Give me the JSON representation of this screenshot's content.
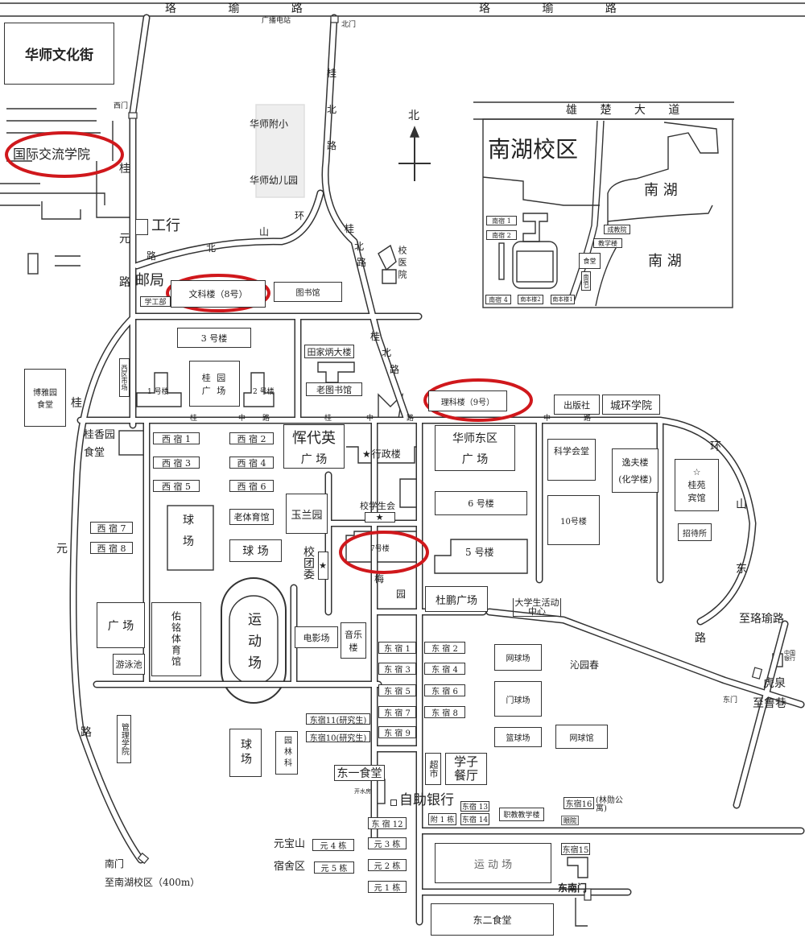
{
  "roads": {
    "luoyu_w": "珞 瑜 路",
    "luoyu_e": "珞 瑜 路",
    "guiyuan_1": "桂",
    "guiyuan_2": "元",
    "guiyuan_3": "路",
    "gui_outer_1": "桂",
    "gui_outer_2": "元",
    "gui_outer_3": "路",
    "guibei_1": "桂",
    "guibei_2": "北",
    "guibei_3": "路",
    "guibei2_1": "桂",
    "guibei2_2": "北",
    "guibei2_3": "路",
    "guibei3_1": "桂",
    "guibei3_2": "北",
    "guibei3_3": "路",
    "huanshanbei_1": "环",
    "huanshanbei_2": "山",
    "huanshanbei_3": "北",
    "huanshanbei_4": "路",
    "guizhong_1": "桂",
    "guizhong_2": "中",
    "guizhong_3": "路",
    "guizhong_4": "桂",
    "guizhong_5": "中",
    "guizhong_6": "路",
    "guizhong_7": "中",
    "guizhong_8": "路",
    "huanshandong_1": "环",
    "huanshandong_2": "山",
    "huanshandong_3": "东",
    "huanshandong_4": "路",
    "to_luoyu": "至珞瑜路",
    "to_luxiang": "至鲁巷",
    "to_nanhu": "至南湖校区（400m）"
  },
  "gates": {
    "north": "北门",
    "west": "西门",
    "south": "南门",
    "east": "东门",
    "southeast": "东南门"
  },
  "compass": "北",
  "places": {
    "culture_street": "华师文化街",
    "intl_college": "国际交流学院",
    "broadcast": "广播电站",
    "icbc": "工行",
    "affiliated_primary": "华师附小",
    "kindergarten": "华师幼儿园",
    "hospital": "校医院",
    "post_office": "邮局",
    "student_affairs": "学工部",
    "wenke": "文科楼（8号）",
    "library": "图书馆",
    "b3": "3 号楼",
    "guiyuan_square": "桂 园 广 场",
    "b1": "1 号楼",
    "b2": "2 号楼",
    "tianjiabing": "田家炳大楼",
    "old_library": "老图书馆",
    "west_market": "西区市场",
    "boya_canteen": "博雅园食堂",
    "like": "理科楼（9号）",
    "press": "出版社",
    "chenghuan": "城环学院",
    "guixiang_canteen": "桂香园食堂",
    "xs1": "西 宿 1",
    "xs2": "西 宿 2",
    "xs3": "西 宿 3",
    "xs4": "西 宿 4",
    "xs5": "西 宿 5",
    "xs6": "西 宿 6",
    "xs7": "西 宿 7",
    "xs8": "西 宿 8",
    "court1": "球 场",
    "old_gym": "老体育馆",
    "court2": "球 场",
    "yundaiying": "恽代英",
    "yundaiying_2": "广 场",
    "admin": "行政楼",
    "east_square": "华师东区",
    "east_square_2": "广 场",
    "science_hall": "科学会堂",
    "yifu": "逸夫楼",
    "yifu_2": "(化学楼)",
    "guiyuan_hotel": "桂苑宾馆",
    "guesthouse": "招待所",
    "yulan": "玉兰园",
    "student_union": "校学生会",
    "b6": "6 号楼",
    "b10": "10号楼",
    "b7": "7号楼",
    "youth_league": "校团委",
    "meiyuan_1": "梅",
    "meiyuan_2": "园",
    "b5": "5 号楼",
    "dupeng": "杜鹏广场",
    "activity_center": "大学生活动中心",
    "youming_gym": "佑铭体育馆",
    "plaza": "广 场",
    "stadium": "运动场",
    "cinema": "电影场",
    "music": "音乐楼",
    "pool": "游泳池",
    "ds1": "东 宿 1",
    "ds2": "东 宿 2",
    "ds3": "东 宿 3",
    "ds4": "东 宿 4",
    "ds5": "东 宿 5",
    "ds6": "东 宿 6",
    "ds7": "东 宿 7",
    "ds8": "东 宿 8",
    "ds9": "东 宿 9",
    "tennis": "网球场",
    "qinyuanchun": "沁园春",
    "gateball": "门球场",
    "basketball": "篮球场",
    "tennis_hall": "网球馆",
    "management": "管理学院",
    "court3": "球场",
    "garden": "园林科",
    "ds11": "东宿11(研究生)",
    "ds10": "东宿10(研究生)",
    "east_canteen1": "东一食堂",
    "boiler": "开水房",
    "supermarket": "超市",
    "xuezi": "学子餐厅",
    "atm": "自助银行",
    "ds12": "东 宿 12",
    "fu1": "附 1 栋",
    "ds13": "东宿 13",
    "ds14": "东宿 14",
    "vocational": "职教教学楼",
    "ds16": "东宿16",
    "linxun": "(林勋公寓)",
    "eye": "眼院",
    "yuanbaoshan": "元宝山",
    "dorm_area": "宿舍区",
    "y4": "元 4 栋",
    "y5": "元 5 栋",
    "y3": "元 3 栋",
    "y2": "元 2 栋",
    "y1": "元 1 栋",
    "stadium2": "运 动 场",
    "ds15": "东宿15",
    "east_canteen2": "东二食堂",
    "boc": "中国银行",
    "huquan": "虎泉"
  },
  "nanhu_inset": {
    "road": "雄 楚 大 道",
    "title": "南湖校区",
    "lake1": "南 湖",
    "lake2": "南 湖",
    "ns1": "南宿 1",
    "ns2": "南宿 2",
    "chengjiao": "成教院",
    "teaching": "教学楼",
    "canteen": "食堂",
    "ns3": "南宿3",
    "ns4": "南宿 4",
    "nb2": "南本楼2",
    "nb1": "南本楼1"
  },
  "highlight_color": "#d0181c"
}
